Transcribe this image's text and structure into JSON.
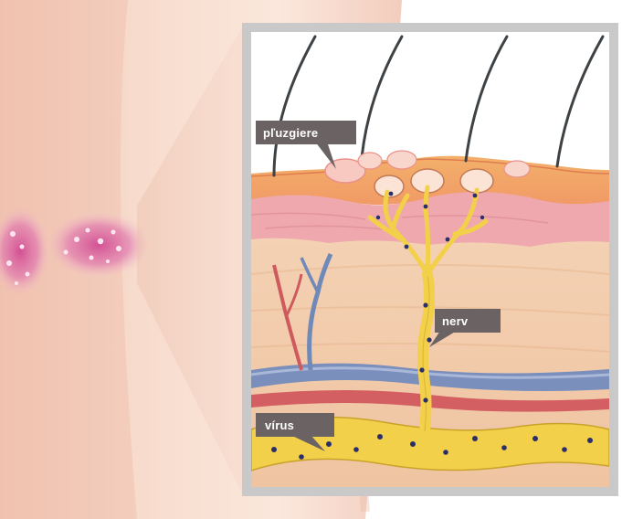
{
  "labels": {
    "blisters": "pľuzgiere",
    "nerve": "nerv",
    "virus": "vírus"
  },
  "colors": {
    "callout_bg": "#6b6264",
    "frame": "#c9c9c9",
    "nerve": "#f3d04a",
    "virus_dot": "#2a2f6b",
    "vein": "#6f89b8",
    "artery": "#cf5a5e",
    "rash": "#d8509a"
  }
}
